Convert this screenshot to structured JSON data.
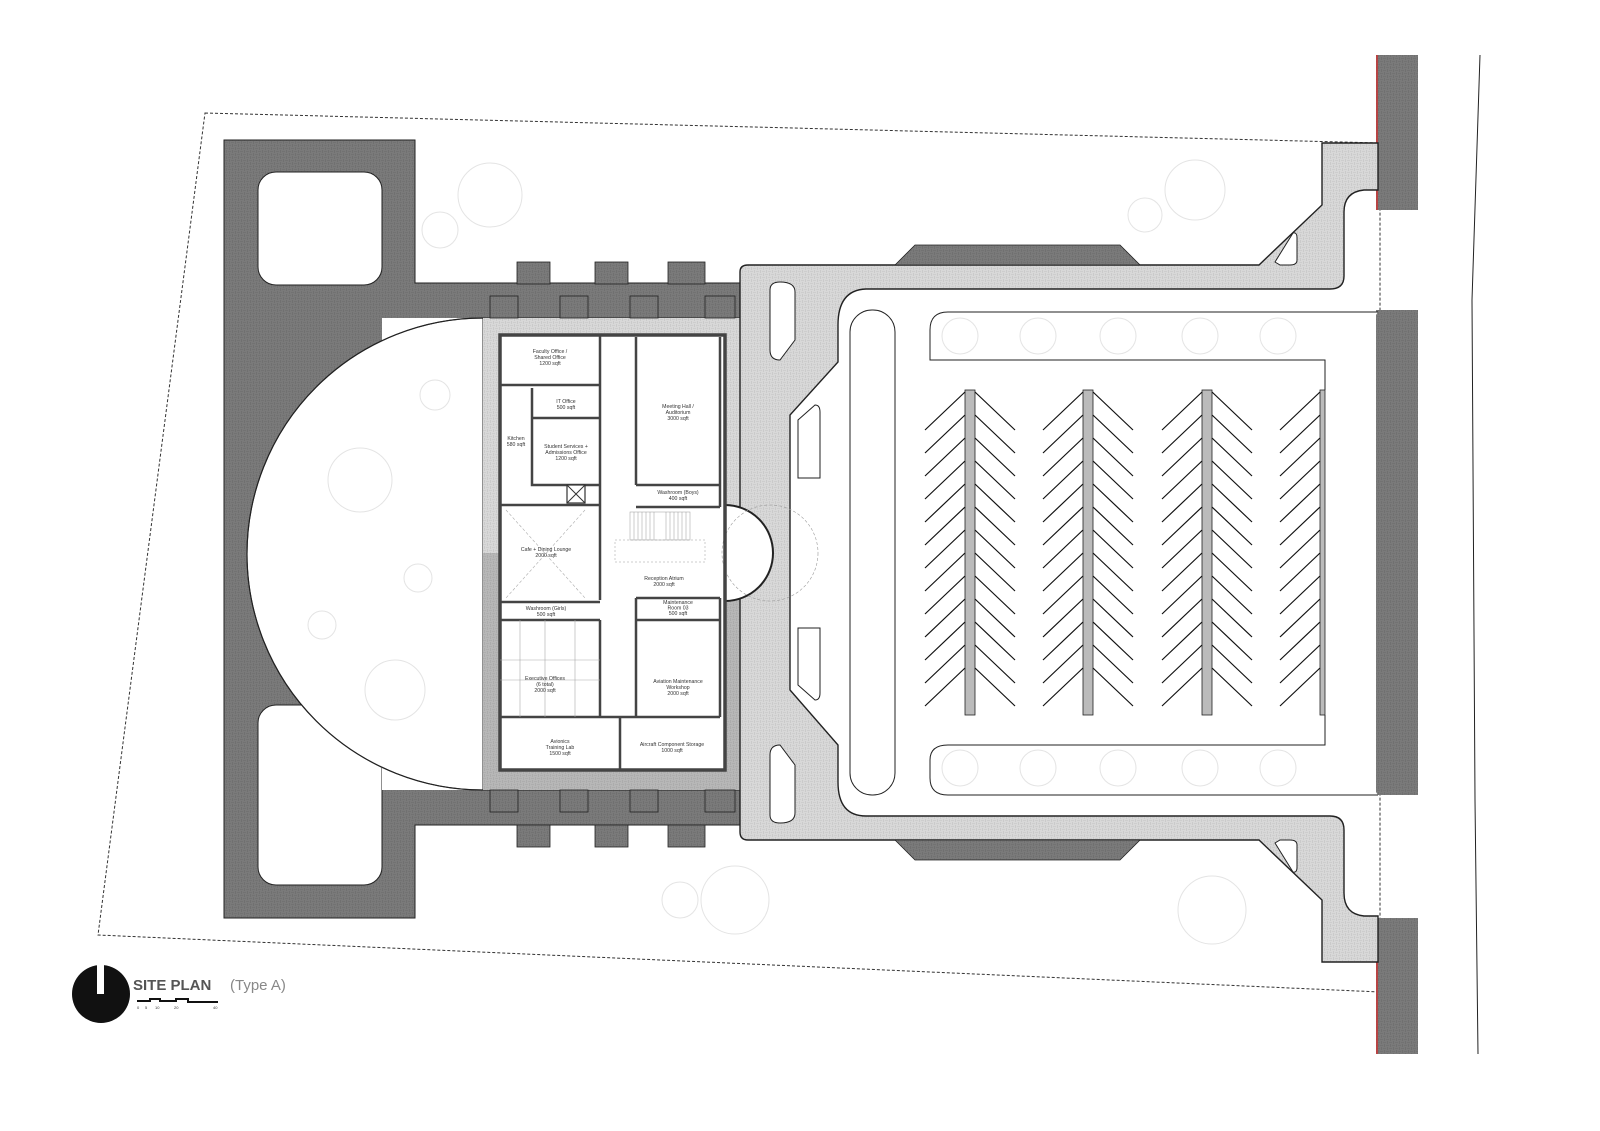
{
  "title": {
    "main": "SITE PLAN",
    "sub": "(Type A)"
  },
  "scale_bar": {
    "ticks": [
      "0",
      "5",
      "10",
      "20",
      "40"
    ]
  },
  "colors": {
    "dark_paving": "#7a7a7a",
    "light_paving": "#d6d6d6",
    "boundary_red": "#e02020",
    "wall": "#444444"
  },
  "icons": {
    "north_arrow": "north-arrow-icon",
    "tree": "tree-icon"
  },
  "plan": {
    "rooms": [
      {
        "lines": [
          "Faculty Office /",
          "Shared Office",
          "1200 sqft"
        ]
      },
      {
        "lines": [
          "IT Office",
          "500 sqft"
        ]
      },
      {
        "lines": [
          "Kitchen",
          "580 sqft"
        ]
      },
      {
        "lines": [
          "Student Services +",
          "Admissions Office",
          "1200 sqft"
        ]
      },
      {
        "lines": [
          "Meeting Hall /",
          "Auditorium",
          "3000 sqft"
        ]
      },
      {
        "lines": [
          "Washroom (Boys)",
          "400 sqft"
        ]
      },
      {
        "lines": [
          "Cafe + Dining Lounge",
          "2000 sqft"
        ]
      },
      {
        "lines": [
          "Reception Atrium",
          "2000 sqft"
        ]
      },
      {
        "lines": [
          "Washroom (Girls)",
          "500 sqft"
        ]
      },
      {
        "lines": [
          "Maintenance",
          "Room 03",
          "500 sqft"
        ]
      },
      {
        "lines": [
          "Executive Offices",
          "(6 total)",
          "2000 sqft"
        ]
      },
      {
        "lines": [
          "Aviation Maintenance",
          "Workshop",
          "2000 sqft"
        ]
      },
      {
        "lines": [
          "Avionics",
          "Training Lab",
          "1500 sqft"
        ]
      },
      {
        "lines": [
          "Aircraft Component Storage",
          "1000 sqft"
        ]
      }
    ]
  }
}
